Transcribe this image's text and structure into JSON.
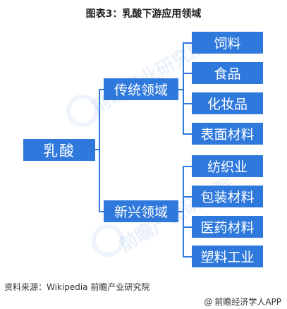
{
  "title": "图表3：乳酸下游应用领域",
  "root": {
    "label": "乳酸"
  },
  "branches": [
    {
      "label": "传统领域",
      "children": [
        "饲料",
        "食品",
        "化妆品",
        "表面材料"
      ]
    },
    {
      "label": "新兴领域",
      "children": [
        "纺织业",
        "包装材料",
        "医药材料",
        "塑料工业"
      ]
    }
  ],
  "watermark": "前瞻产业研究院",
  "source": "资料来源：Wikipedia 前瞻产业研究院",
  "brand": "前瞻经济学人APP",
  "colors": {
    "box": "#2f79dc",
    "line": "#2f79dc"
  }
}
